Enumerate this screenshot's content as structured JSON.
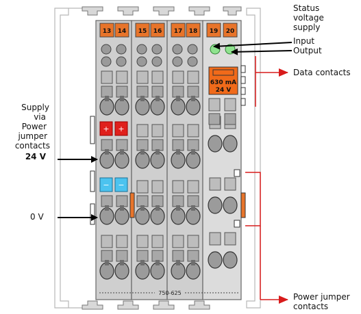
{
  "terminal_numbers": [
    "13",
    "14",
    "15",
    "16",
    "17",
    "18",
    "19",
    "20"
  ],
  "module_label": "750-625",
  "fuse": {
    "line1": "630 mA",
    "line2": "24 V"
  },
  "labels": {
    "status": "Status",
    "voltage": "voltage",
    "supply": "supply",
    "input": "Input",
    "output": "Output",
    "data_contacts": "Data contacts",
    "supply_via_1": "Supply",
    "supply_via_2": "via",
    "supply_via_3": "Power",
    "supply_via_4": "jumper",
    "supply_via_5": "contacts",
    "supply_via_6": "24 V",
    "zero_v": "0 V",
    "power_jumper_1": "Power jumper",
    "power_jumper_2": "contacts"
  },
  "power_marks": {
    "plus": "+",
    "minus": "−"
  },
  "colors": {
    "module_body": "#cfcfcf",
    "terminal_label": "#e8742a",
    "fuse_fill": "#f06a1a",
    "led": "#8fe38f",
    "plus_jumper": "#e0201c",
    "minus_jumper": "#4cc3ef",
    "pointer_line": "#d81b1b",
    "arrow": "#000000"
  }
}
